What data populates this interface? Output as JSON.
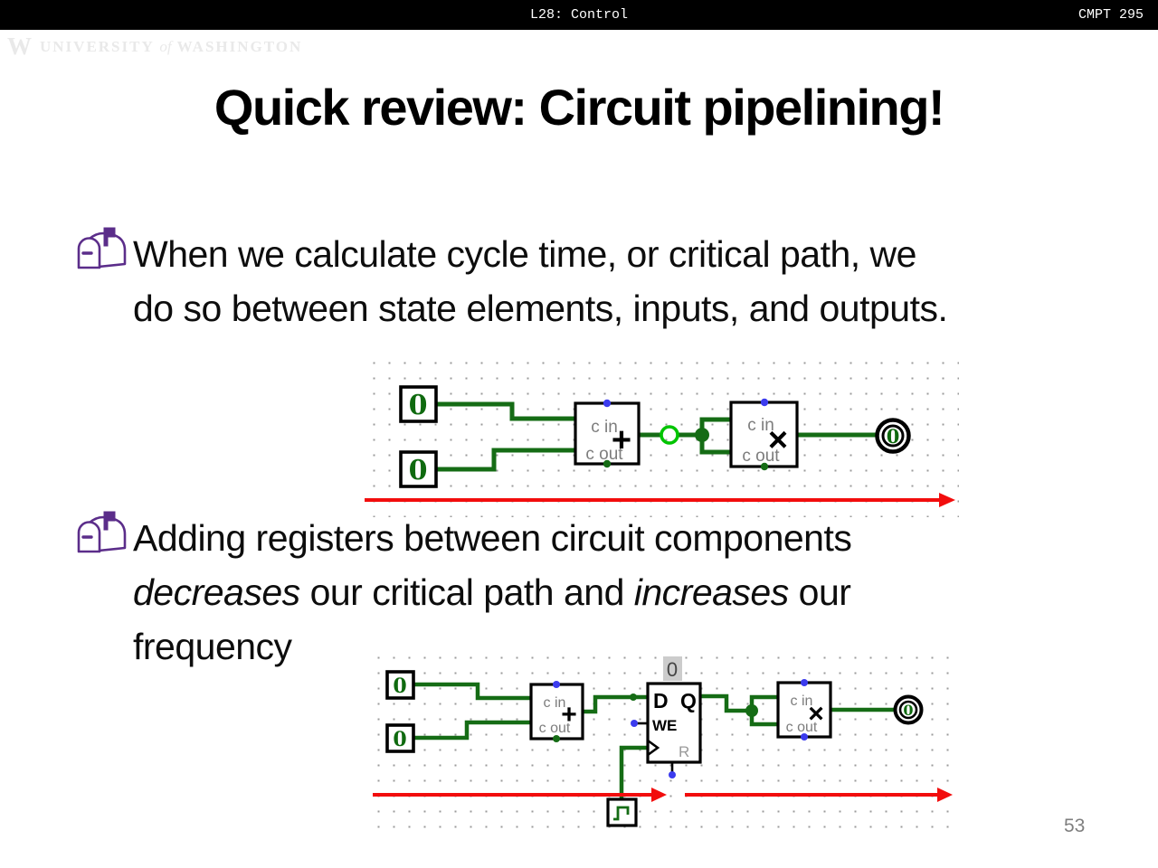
{
  "header": {
    "lecture_label": "L28: Control",
    "course_label": "CMPT 295"
  },
  "watermark": {
    "logo": "W",
    "university": "UNIVERSITY",
    "of": "of",
    "washington": "WASHINGTON"
  },
  "title": "Quick review: Circuit pipelining!",
  "bullet1": {
    "line1": "When we calculate cycle time, or critical path, we",
    "line2": "do so between state elements, inputs, and outputs."
  },
  "bullet2": {
    "line1": "Adding registers between circuit components",
    "italic1": "decreases",
    "line2_mid": " our critical path and ",
    "italic2": "increases",
    "line2_end": " our",
    "line3": "frequency"
  },
  "page_number": "53",
  "colors": {
    "wire_green": "#156c15",
    "probe_bright_green": "#00c400",
    "floating_blue": "#3b3bee",
    "critical_path_red": "#f20d0d",
    "component_label_gray": "#7d7d7d",
    "mailbox_purple": "#5b2d8a",
    "register_value_bg": "#cccccc"
  },
  "circuit1": {
    "pin1_value": "0",
    "pin2_value": "0",
    "adder": {
      "in_label": "c in",
      "out_label": "c out",
      "symbol": "+"
    },
    "multiplier": {
      "in_label": "c in",
      "out_label": "c out",
      "symbol": "×"
    },
    "output_value": "0"
  },
  "circuit2": {
    "pin1_value": "0",
    "pin2_value": "0",
    "adder": {
      "in_label": "c in",
      "out_label": "c out",
      "symbol": "+"
    },
    "register": {
      "d_label": "D",
      "q_label": "Q",
      "we_label": "WE",
      "r_label": "R",
      "value": "0"
    },
    "multiplier": {
      "in_label": "c in",
      "out_label": "c out",
      "symbol": "×"
    },
    "output_value": "0"
  }
}
